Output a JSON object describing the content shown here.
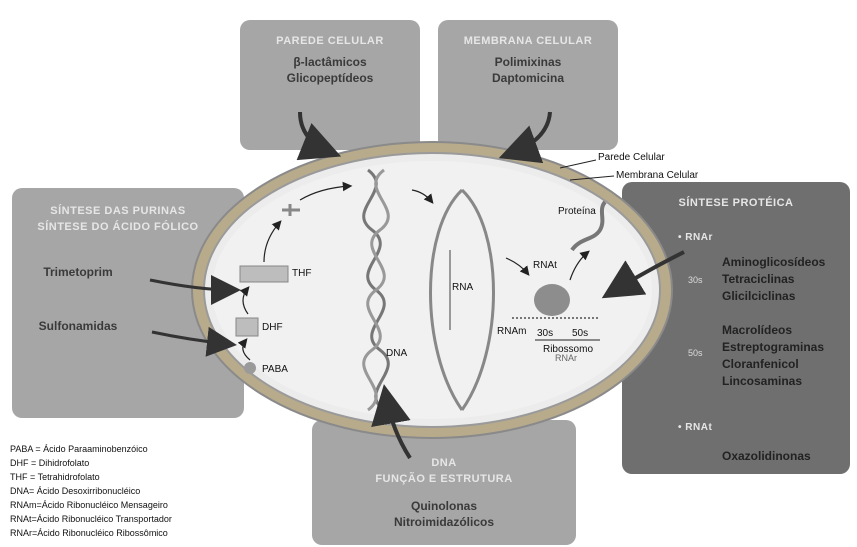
{
  "panels": {
    "cell_wall": {
      "title": "PAREDE CELULAR",
      "drugs": [
        "β-lactâmicos",
        "Glicopeptídeos"
      ]
    },
    "cell_membrane": {
      "title": "MEMBRANA CELULAR",
      "drugs": [
        "Polimixinas",
        "Daptomicina"
      ]
    },
    "folate": {
      "title_lines": [
        "SÍNTESE DAS PURINAS",
        "SÍNTESE DO ÁCIDO FÓLICO"
      ],
      "drugs": [
        "Trimetoprim",
        "Sulfonamidas"
      ]
    },
    "dna": {
      "title_lines": [
        "DNA",
        "FUNÇÃO E ESTRUTURA"
      ],
      "drugs": [
        "Quinolonas",
        "Nitroimidazólicos"
      ]
    },
    "protein": {
      "title": "SÍNTESE PROTÉICA",
      "rnar_label": "• RNAr",
      "sub30": "30s",
      "group30": [
        "Aminoglicosídeos",
        "Tetraciclinas",
        "Glicilciclinas"
      ],
      "sub50": "50s",
      "group50": [
        "Macrolídeos",
        "Estreptograminas",
        "Cloranfenicol",
        "Lincosaminas"
      ],
      "rnat_label": "• RNAt",
      "group_t": [
        "Oxazolidinonas"
      ]
    }
  },
  "cell_labels": {
    "wall": "Parede Celular",
    "membrane": "Membrana Celular",
    "thf": "THF",
    "dhf": "DHF",
    "paba": "PABA",
    "dna": "DNA",
    "rna": "RNA",
    "rnat": "RNAt",
    "rnam": "RNAm",
    "protein": "Proteína",
    "s30": "30s",
    "s50": "50s",
    "ribosome": "Ribossomo",
    "rnar": "RNAr"
  },
  "legend": [
    "PABA = Ácido Paraaminobenzóico",
    "DHF = Dihidrofolato",
    "THF = Tetrahidrofolato",
    "DNA= Ácido Desoxirribonucléico",
    "RNAm=Ácido Ribonucléico Mensageiro",
    "RNAt=Ácido Ribonucléico Transportador",
    "RNAr=Ácido Ribonucléico Ribossômico"
  ],
  "colors": {
    "panel_light": "#a3a3a3",
    "panel_dark": "#6f6f6f",
    "cell_wall_ring": "#a89a7a",
    "cell_interior": "#e9e9e9"
  }
}
